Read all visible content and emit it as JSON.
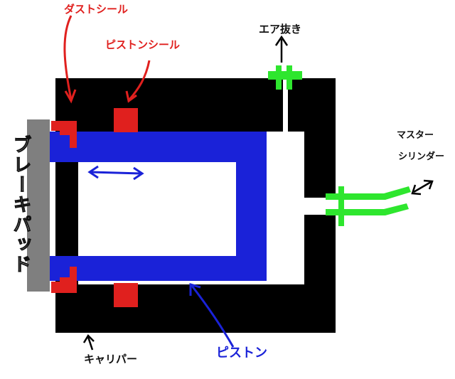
{
  "labels": {
    "dust_seal": "ダストシール",
    "piston_seal": "ピストンシール",
    "air_bleed": "エア抜き",
    "master_cylinder_line1": "マスター",
    "master_cylinder_line2": "シリンダー",
    "brake_pad": "ブレーキパッド",
    "caliper": "キャリパー",
    "piston": "ピストン"
  },
  "colors": {
    "caliper_body": "#000000",
    "piston": "#1a22d8",
    "seals": "#e0201e",
    "brake_pad": "#7f7f7f",
    "hose_and_bleeder": "#2ee62e"
  }
}
